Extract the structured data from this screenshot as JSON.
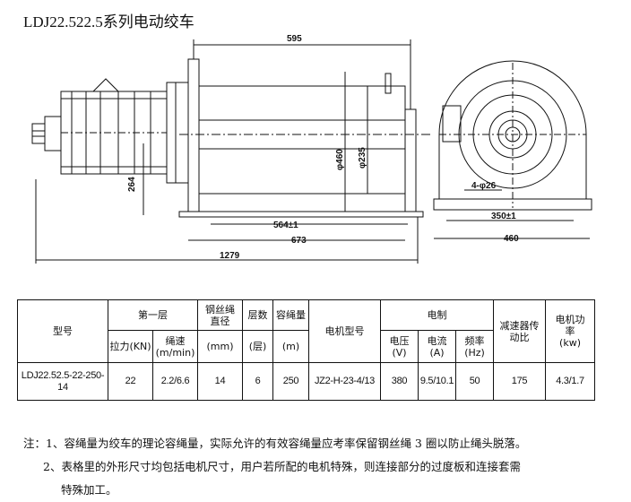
{
  "title": "LDJ22.522.5系列电动绞车",
  "dimensions": {
    "top_length": "595",
    "drum_dia": "φ460",
    "core_dia": "φ235",
    "height": "264",
    "inner_span": "564±1",
    "mid_span": "673",
    "total_length": "1279",
    "bolt_holes": "4-φ26",
    "base_width_inner": "350±1",
    "base_width_outer": "460"
  },
  "table": {
    "headers": {
      "model": "型号",
      "first_layer": "第一层",
      "rope_dia_line1": "钢丝绳",
      "rope_dia_line2": "直径",
      "layers": "层数",
      "capacity": "容绳量",
      "motor_model": "电机型号",
      "electrical": "电制",
      "reducer_line1": "减速器传",
      "reducer_line2": "动比",
      "motor_power_line1": "电机功",
      "motor_power_line2": "率",
      "pull": "拉力(KN)",
      "speed_line1": "绳速",
      "speed_line2": "(m/min)",
      "rope_unit": "(mm)",
      "layers_unit": "(层)",
      "capacity_unit": "(m)",
      "voltage_line1": "电压",
      "voltage_line2": "(V)",
      "current_line1": "电流",
      "current_line2": "(A)",
      "frequency_line1": "频率",
      "frequency_line2": "(Hz)",
      "power_unit": "(kw)"
    },
    "row": {
      "model": "LDJ22.52.5-22-250-14",
      "pull": "22",
      "speed": "2.2/6.6",
      "rope_dia": "14",
      "layers": "6",
      "capacity": "250",
      "motor_model": "JZ2-H-23-4/13",
      "voltage": "380",
      "current": "9.5/10.1",
      "frequency": "50",
      "ratio": "175",
      "power": "4.3/1.7"
    }
  },
  "notes": {
    "note1": "注：1、容绳量为绞车的理论容绳量，实际允许的有效容绳量应考率保留钢丝绳 3 圈以防止绳头脱落。",
    "note2": "2、表格里的外形尺寸均包括电机尺寸，用户若所配的电机特殊，则连接部分的过度板和连接套需",
    "note3": "特殊加工。"
  }
}
